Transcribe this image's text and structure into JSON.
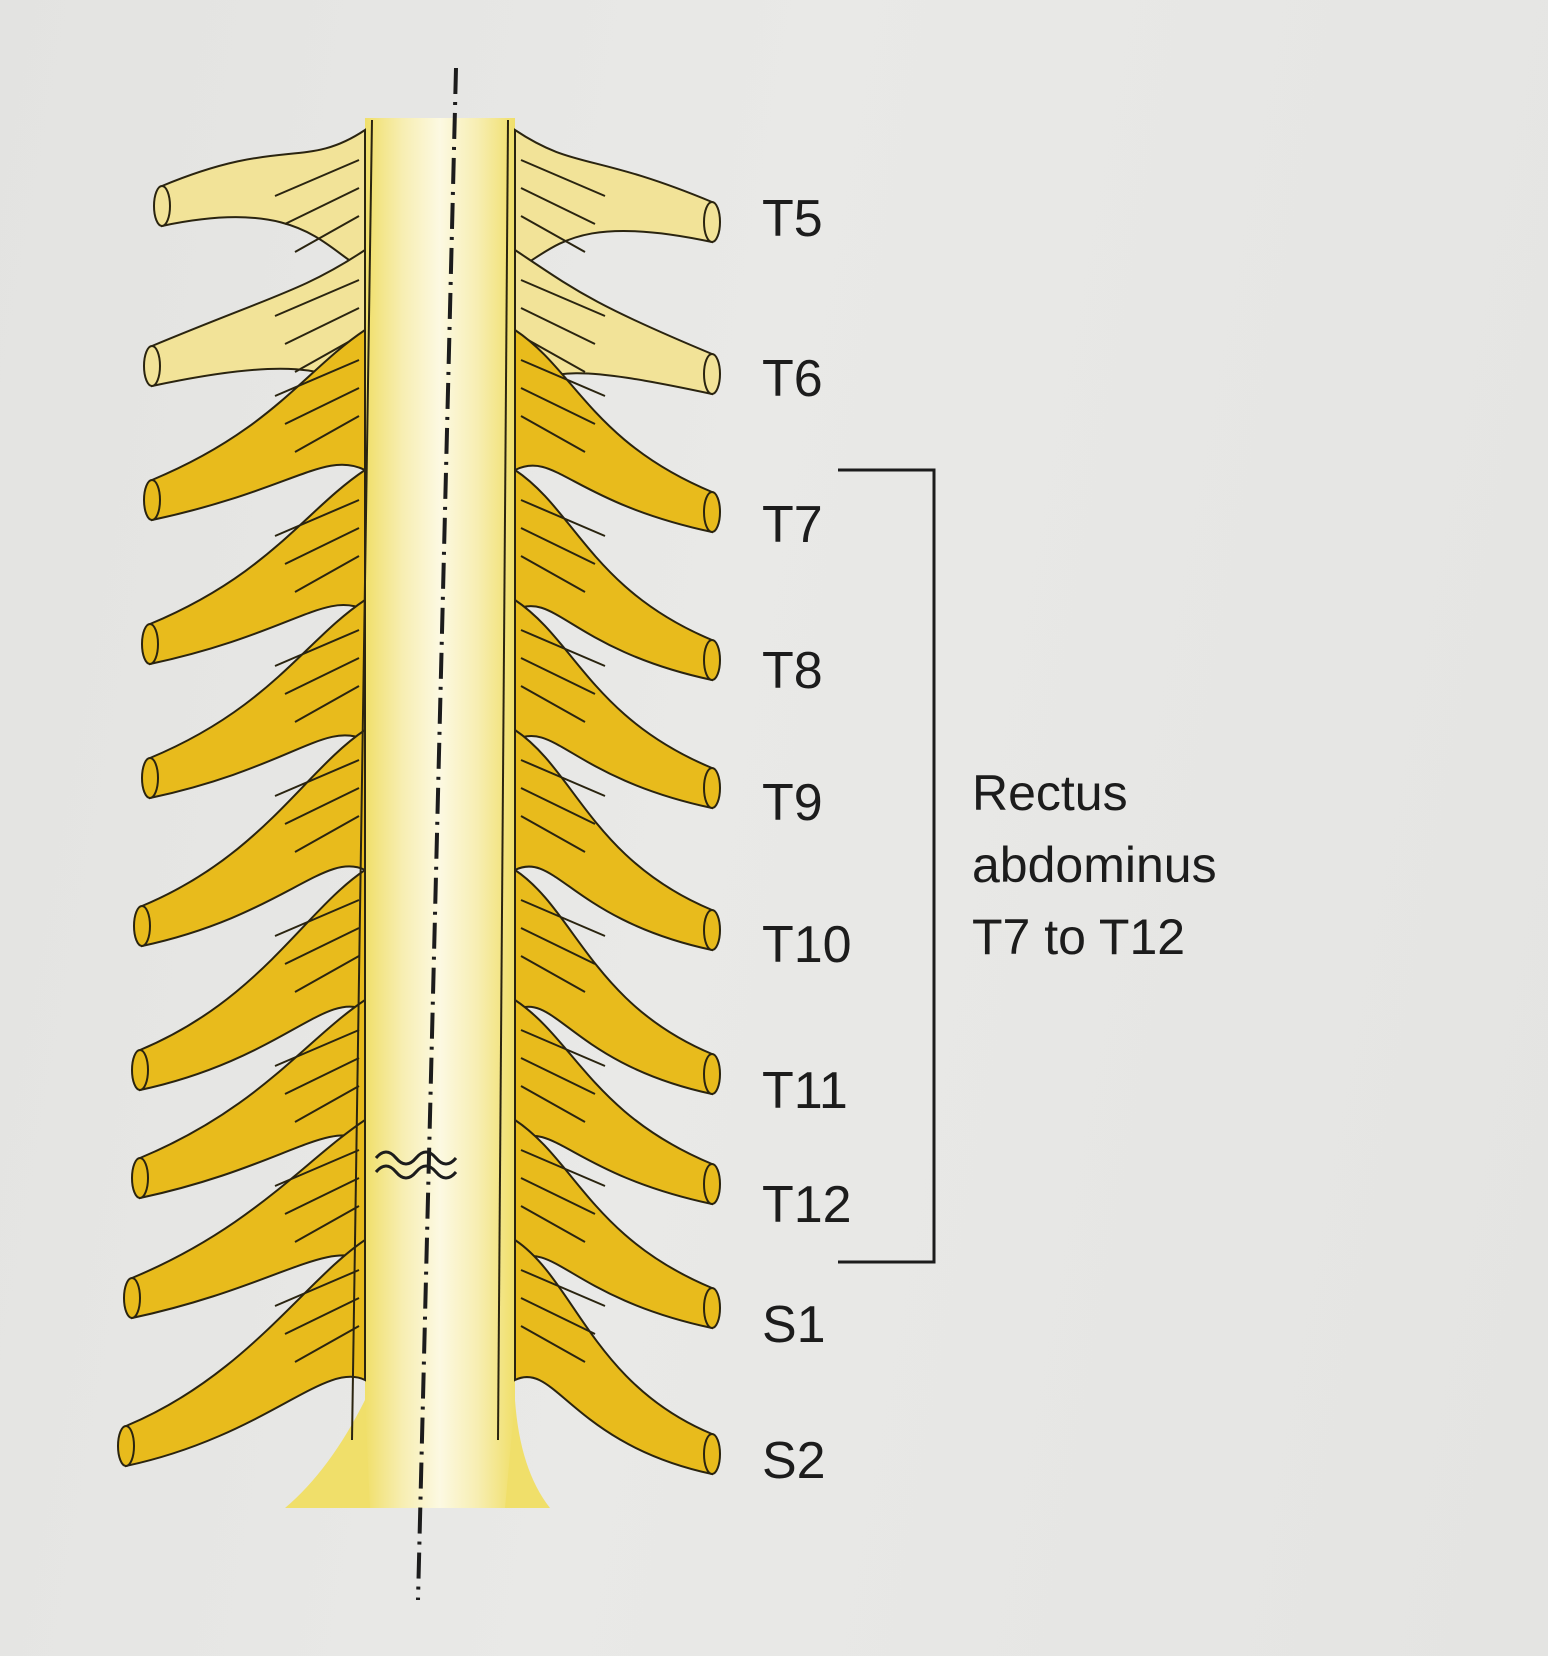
{
  "diagram": {
    "nerve_labels": [
      {
        "id": "T5",
        "text": "T5",
        "shade": "light"
      },
      {
        "id": "T6",
        "text": "T6",
        "shade": "light"
      },
      {
        "id": "T7",
        "text": "T7",
        "shade": "dark"
      },
      {
        "id": "T8",
        "text": "T8",
        "shade": "dark"
      },
      {
        "id": "T9",
        "text": "T9",
        "shade": "dark"
      },
      {
        "id": "T10",
        "text": "T10",
        "shade": "dark"
      },
      {
        "id": "T11",
        "text": "T11",
        "shade": "dark"
      },
      {
        "id": "T12",
        "text": "T12",
        "shade": "dark"
      },
      {
        "id": "S1",
        "text": "S1",
        "shade": "dark"
      },
      {
        "id": "S2",
        "text": "S2",
        "shade": "dark"
      }
    ],
    "bracket": {
      "spans_from": "T7",
      "spans_to": "T12",
      "label_lines": [
        "Rectus",
        "abdominus",
        "T7 to T12"
      ]
    },
    "colors": {
      "light_nerve": "#f2e398",
      "dark_nerve": "#e8bb1c",
      "cord_glow": "#f3e890",
      "cord_core": "#fbf7d8",
      "outline": "#2a2410",
      "background": "#e6e6e4"
    }
  }
}
